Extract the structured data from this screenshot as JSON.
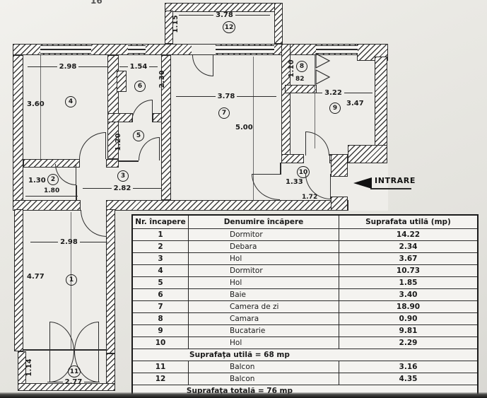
{
  "plan": {
    "top_fragment": "16",
    "entrance_label": "INTRARE",
    "labels": {
      "r1": "1",
      "r2": "2",
      "r3": "3",
      "r4": "4",
      "r5": "5",
      "r6": "6",
      "r7": "7",
      "r8": "8",
      "r9": "9",
      "r10": "10",
      "r11": "11",
      "r12": "12"
    },
    "dims": {
      "b12_w": "3.78",
      "b12_d": "1.15",
      "r4_w": "2.98",
      "r4_h": "3.60",
      "r6_w": "1.54",
      "r6_h": "2.30",
      "r5_h": "1.20",
      "r7_w": "3.78",
      "r7_h": "5.00",
      "r8_h": "1.10",
      "r8_w": "82",
      "r9_w": "3.22",
      "r9_h": "3.47",
      "r10_w": "1.33",
      "r10_b": "1.72",
      "r2_h": "1.30",
      "r2_w": "1.80",
      "r3_w": "2.82",
      "r1_w": "2.98",
      "r1_h": "4.77",
      "b11_d": "1.14",
      "b11_w": "2.77"
    }
  },
  "table": {
    "headers": {
      "nr": "Nr. încapere",
      "name": "Denumire încăpere",
      "area": "Suprafata utilă (mp)"
    },
    "rows": [
      {
        "nr": "1",
        "name": "Dormitor",
        "area": "14.22"
      },
      {
        "nr": "2",
        "name": "Debara",
        "area": "2.34"
      },
      {
        "nr": "3",
        "name": "Hol",
        "area": "3.67"
      },
      {
        "nr": "4",
        "name": "Dormitor",
        "area": "10.73"
      },
      {
        "nr": "5",
        "name": "Hol",
        "area": "1.85"
      },
      {
        "nr": "6",
        "name": "Baie",
        "area": "3.40"
      },
      {
        "nr": "7",
        "name": "Camera de zi",
        "area": "18.90"
      },
      {
        "nr": "8",
        "name": "Camara",
        "area": "0.90"
      },
      {
        "nr": "9",
        "name": "Bucatarie",
        "area": "9.81"
      },
      {
        "nr": "10",
        "name": "Hol",
        "area": "2.29"
      }
    ],
    "subtotal": "Suprafaţa utilă = 68 mp",
    "balcony_rows": [
      {
        "nr": "11",
        "name": "Balcon",
        "area": "3.16"
      },
      {
        "nr": "12",
        "name": "Balcon",
        "area": "4.35"
      }
    ],
    "total": "Suprafaţa totală = 76 mp"
  }
}
